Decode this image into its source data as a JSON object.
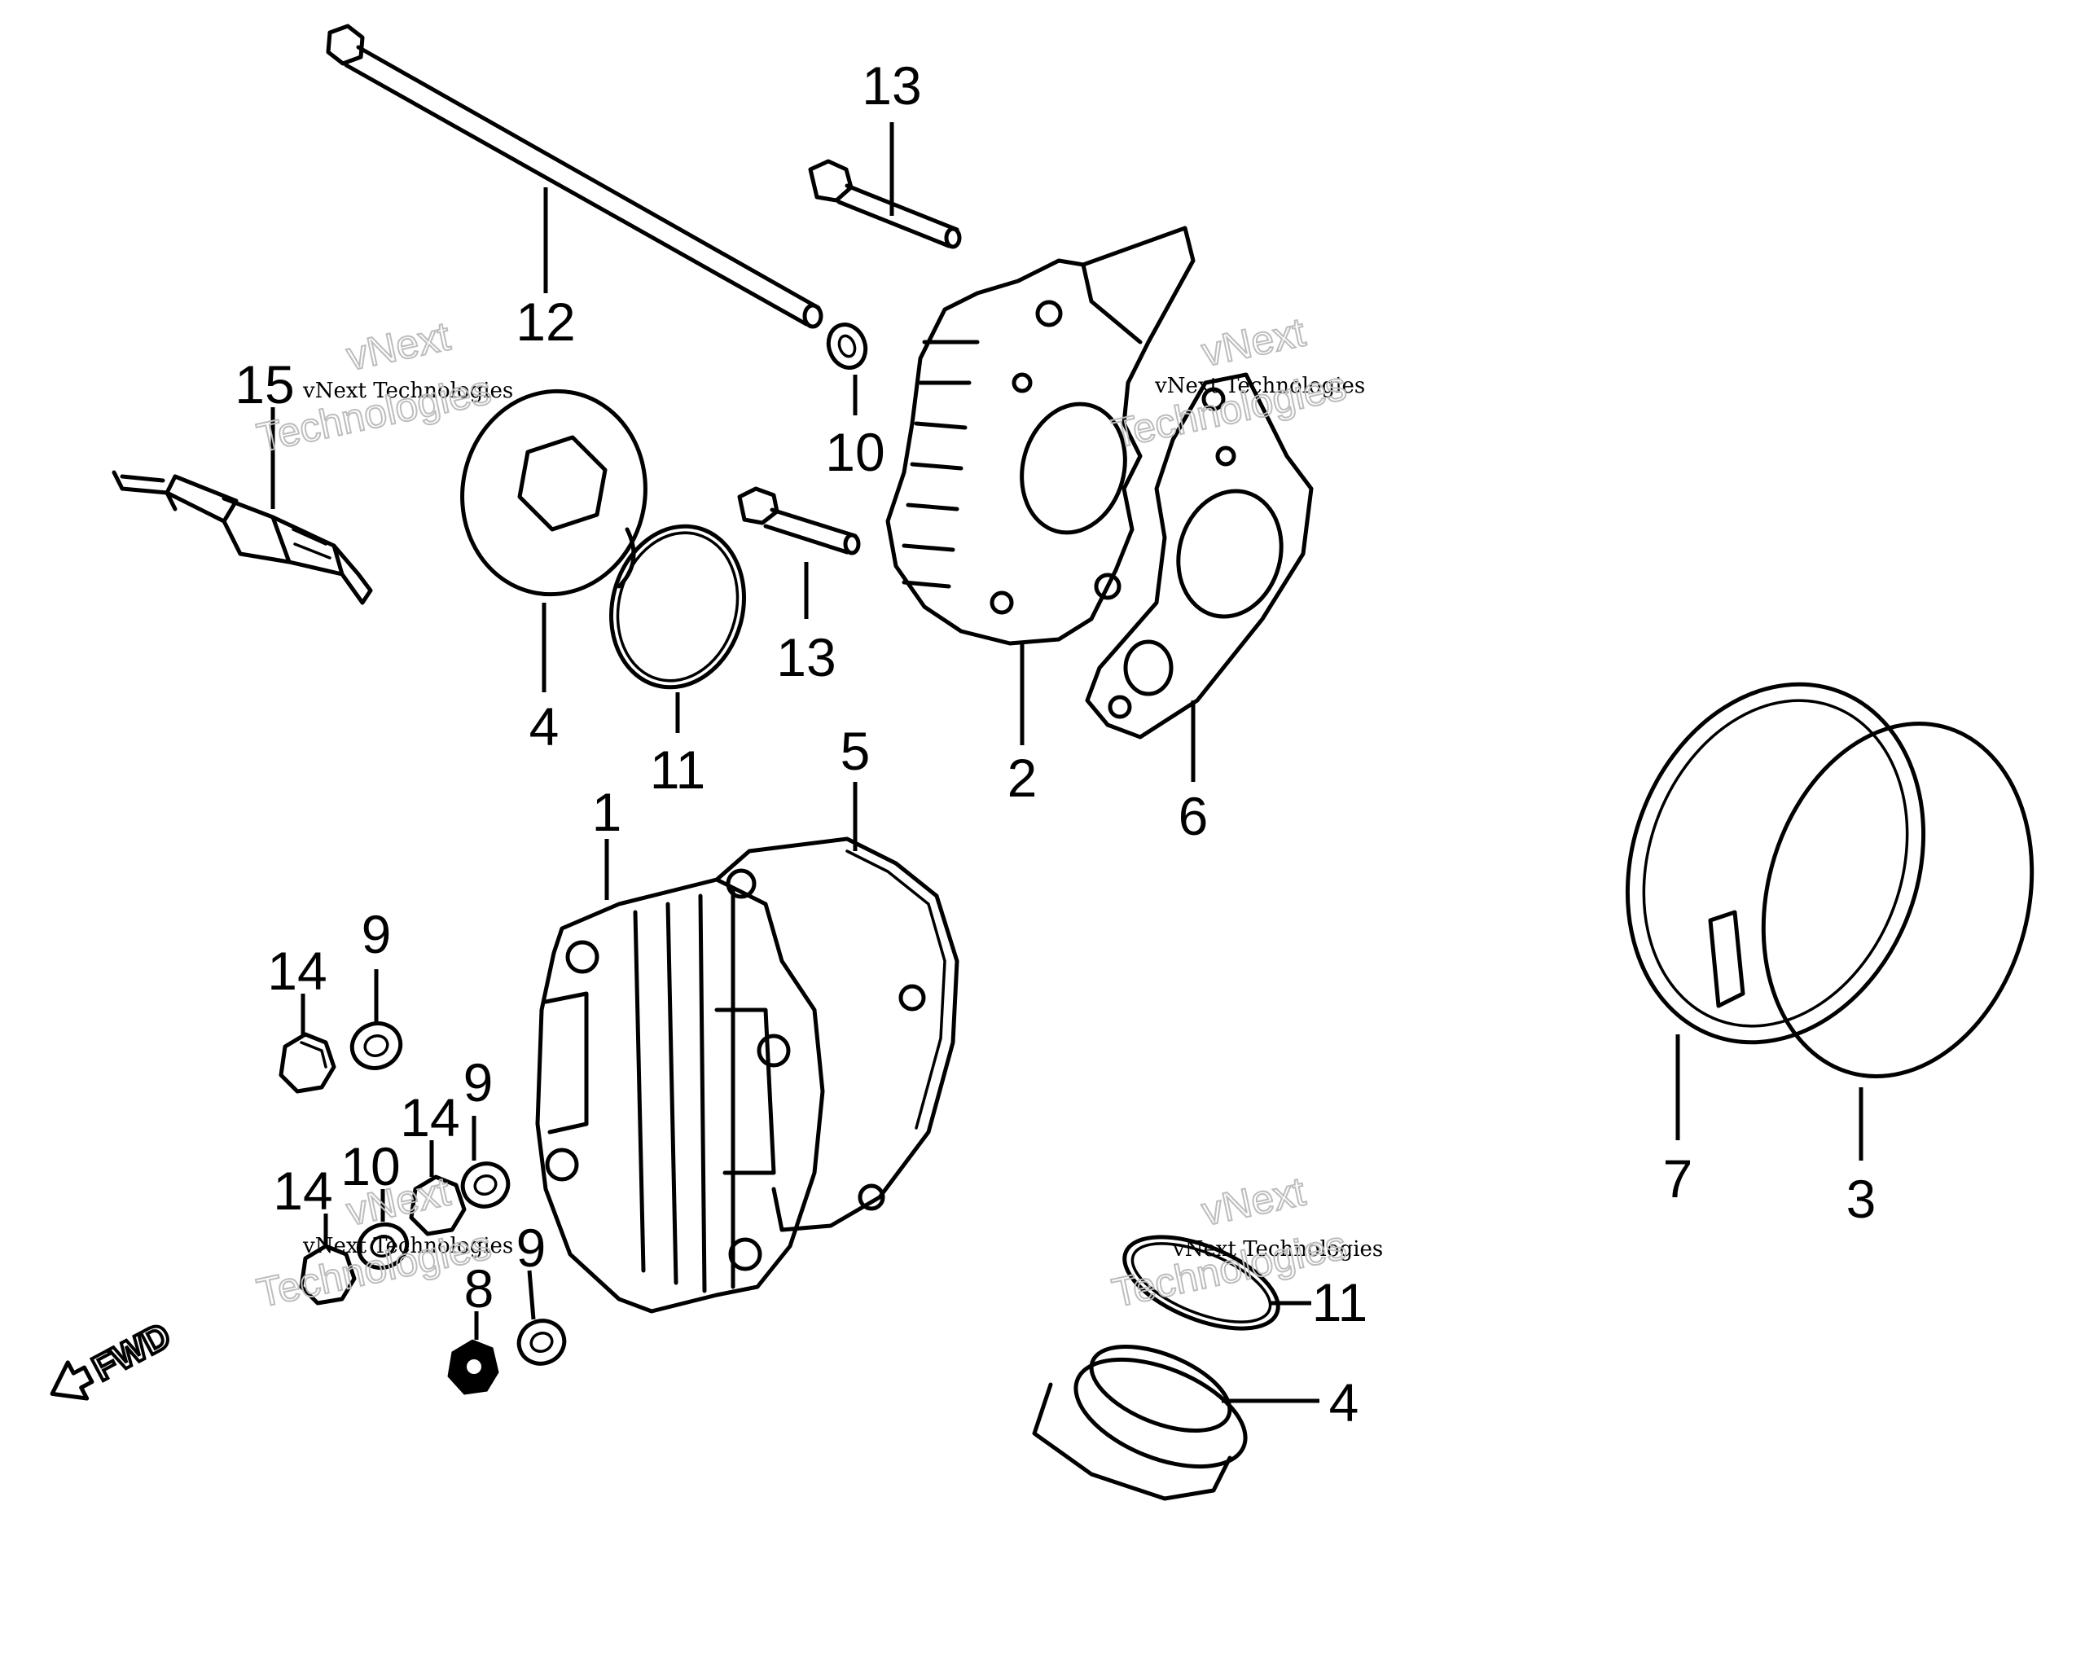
{
  "callouts": [
    {
      "id": "c12",
      "label": "12"
    },
    {
      "id": "c13a",
      "label": "13"
    },
    {
      "id": "c15",
      "label": "15"
    },
    {
      "id": "c10a",
      "label": "10"
    },
    {
      "id": "c13b",
      "label": "13"
    },
    {
      "id": "c4a",
      "label": "4"
    },
    {
      "id": "c11a",
      "label": "11"
    },
    {
      "id": "c2",
      "label": "2"
    },
    {
      "id": "c6",
      "label": "6"
    },
    {
      "id": "c5",
      "label": "5"
    },
    {
      "id": "c1",
      "label": "1"
    },
    {
      "id": "c14a",
      "label": "14"
    },
    {
      "id": "c9a",
      "label": "9"
    },
    {
      "id": "c9b",
      "label": "9"
    },
    {
      "id": "c14b",
      "label": "14"
    },
    {
      "id": "c10b",
      "label": "10"
    },
    {
      "id": "c14c",
      "label": "14"
    },
    {
      "id": "c9c",
      "label": "9"
    },
    {
      "id": "c8",
      "label": "8"
    },
    {
      "id": "c7",
      "label": "7"
    },
    {
      "id": "c3",
      "label": "3"
    },
    {
      "id": "c11b",
      "label": "11"
    },
    {
      "id": "c4b",
      "label": "4"
    }
  ],
  "fwd_label": "FWD",
  "watermark": {
    "company": "vNext Technologies",
    "brand_top": "vNext",
    "brand_bottom": "Technologies"
  }
}
